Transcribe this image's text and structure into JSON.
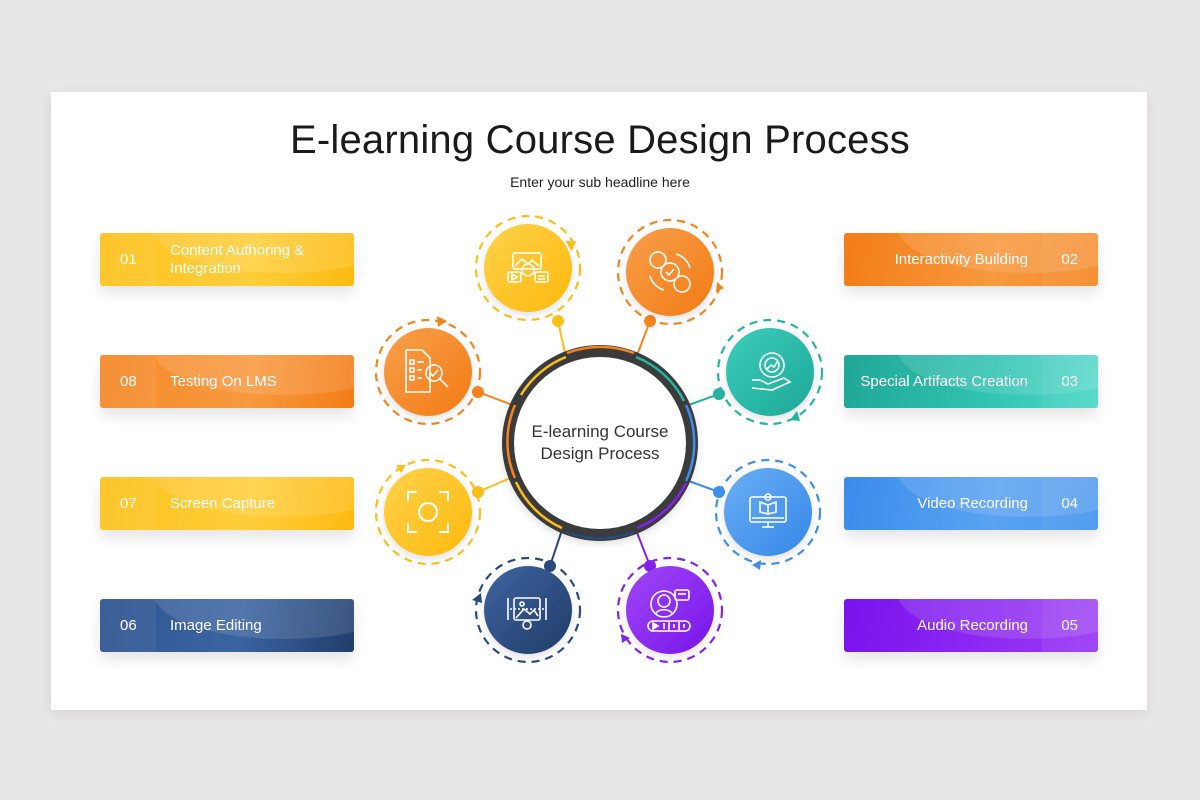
{
  "slide": {
    "title": "E-learning Course Design Process",
    "subtitle": "Enter your sub headline here"
  },
  "hub": {
    "line1": "E-learning Course",
    "line2": "Design Process"
  },
  "steps": [
    {
      "num": "01",
      "label": "Content Authoring & Integration",
      "color": "#FDBE1A",
      "icon": "content-authoring-icon"
    },
    {
      "num": "02",
      "label": "Interactivity Building",
      "color": "#F5841F",
      "icon": "interactivity-users-icon"
    },
    {
      "num": "03",
      "label": "Special Artifacts Creation",
      "color": "#22B5A3",
      "icon": "hand-gear-growth-icon"
    },
    {
      "num": "04",
      "label": "Video Recording",
      "color": "#3D8FEB",
      "icon": "monitor-video-lesson-icon"
    },
    {
      "num": "05",
      "label": "Audio Recording",
      "color": "#8420F0",
      "icon": "speaker-audio-wave-icon"
    },
    {
      "num": "06",
      "label": "Image Editing",
      "color": "#2A4A7E",
      "icon": "image-edit-icon"
    },
    {
      "num": "07",
      "label": "Screen Capture",
      "color": "#FDBE1A",
      "icon": "screen-capture-icon"
    },
    {
      "num": "08",
      "label": "Testing On LMS",
      "color": "#F5841F",
      "icon": "document-search-check-icon"
    }
  ],
  "colors": {
    "background": "#E8E6E6",
    "slide": "#FFFFFF",
    "hub_ring": "#3A3A3A"
  }
}
